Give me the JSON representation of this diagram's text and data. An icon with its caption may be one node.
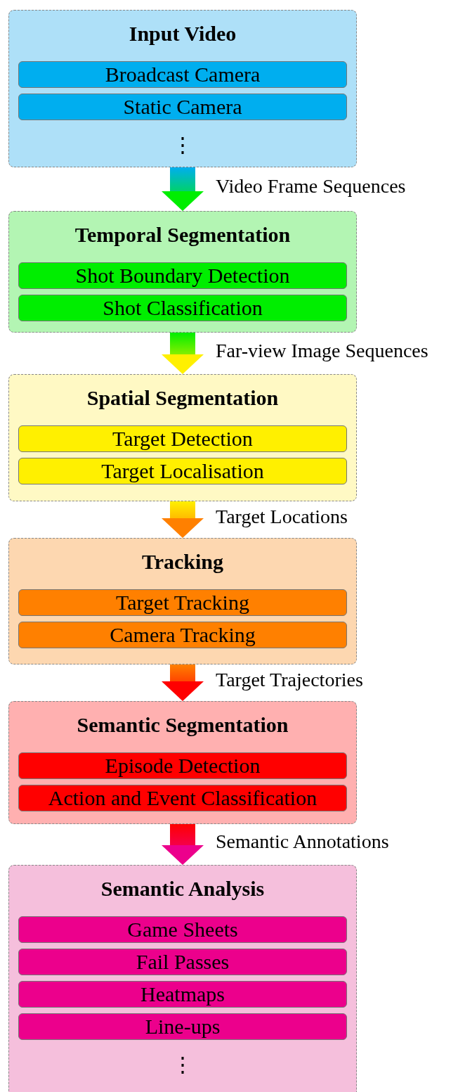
{
  "diagram": {
    "nodes": [
      {
        "text": [
          "Input Video",
          "⋮"
        ]
      },
      {
        "text": [
          "Broadcast Camera"
        ],
        "in": 0
      },
      {
        "text": [
          "Static Camera"
        ],
        "in": 0
      },
      {
        "text": [
          "Temporal Segmentation"
        ]
      },
      {
        "text": [
          "Shot Boundary Detection"
        ],
        "in": 3
      },
      {
        "text": [
          "Shot Classification"
        ],
        "in": 3
      },
      {
        "text": [
          "Spatial Segmentation"
        ]
      },
      {
        "text": [
          "Target Detection"
        ],
        "in": 6
      },
      {
        "text": [
          "Target Localisation"
        ],
        "in": 6
      },
      {
        "text": [
          "Tracking"
        ]
      },
      {
        "text": [
          "Target Tracking"
        ],
        "in": 9
      },
      {
        "text": [
          "Camera Tracking"
        ],
        "in": 9
      },
      {
        "text": [
          "Semantic Segmentation"
        ]
      },
      {
        "text": [
          "Episode Detection"
        ],
        "in": 12
      },
      {
        "text": [
          "Action and Event Classification"
        ],
        "in": 12
      },
      {
        "text": [
          "Semantic Analysis",
          "⋮"
        ]
      },
      {
        "text": [
          "Game Sheets"
        ],
        "in": 15
      },
      {
        "text": [
          "Fail Passes"
        ],
        "in": 15
      },
      {
        "text": [
          "Heatmaps"
        ],
        "in": 15
      },
      {
        "text": [
          "Line-ups"
        ],
        "in": 15
      }
    ],
    "edges": [
      {
        "from": 0,
        "to": 3,
        "arrow": "to",
        "label": "Video Frame Sequences",
        "style": "thick"
      },
      {
        "from": 3,
        "to": 6,
        "arrow": "to",
        "label": "Far-view Image Sequences",
        "style": "thick"
      },
      {
        "from": 6,
        "to": 9,
        "arrow": "to",
        "label": "Target Locations",
        "style": "thick"
      },
      {
        "from": 9,
        "to": 12,
        "arrow": "to",
        "label": "Target Trajectories",
        "style": "thick"
      },
      {
        "from": 12,
        "to": 15,
        "arrow": "to",
        "label": "Semantic Annotations",
        "style": "thick"
      }
    ]
  }
}
